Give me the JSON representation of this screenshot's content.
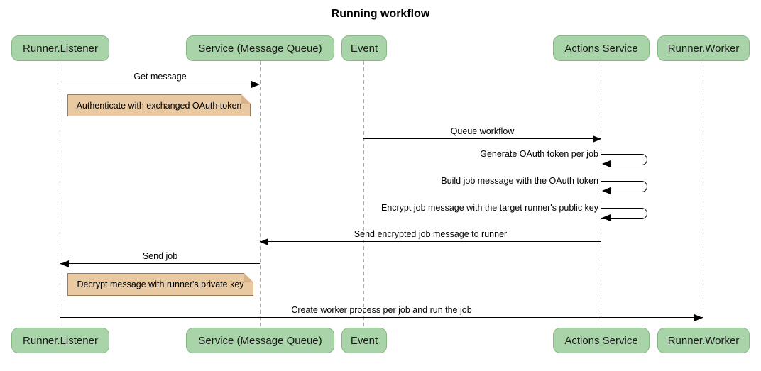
{
  "title": "Running workflow",
  "diagram_type": "sequence-diagram",
  "participants": [
    {
      "id": "runner-listener",
      "label": "Runner.Listener"
    },
    {
      "id": "service-message-queue",
      "label": "Service (Message Queue)"
    },
    {
      "id": "event",
      "label": "Event"
    },
    {
      "id": "actions-service",
      "label": "Actions Service"
    },
    {
      "id": "runner-worker",
      "label": "Runner.Worker"
    }
  ],
  "messages": [
    {
      "type": "arrow",
      "from": "Runner.Listener",
      "to": "Service (Message Queue)",
      "label": "Get message"
    },
    {
      "type": "note",
      "over": "Runner.Listener",
      "label": "Authenticate with exchanged OAuth token"
    },
    {
      "type": "arrow",
      "from": "Event",
      "to": "Actions Service",
      "label": "Queue workflow"
    },
    {
      "type": "self",
      "from": "Actions Service",
      "to": "Actions Service",
      "label": "Generate OAuth token per job"
    },
    {
      "type": "self",
      "from": "Actions Service",
      "to": "Actions Service",
      "label": "Build job message with the OAuth token"
    },
    {
      "type": "self",
      "from": "Actions Service",
      "to": "Actions Service",
      "label": "Encrypt job message with the target runner's public key"
    },
    {
      "type": "arrow",
      "from": "Actions Service",
      "to": "Service (Message Queue)",
      "label": "Send encrypted job message to runner"
    },
    {
      "type": "arrow",
      "from": "Service (Message Queue)",
      "to": "Runner.Listener",
      "label": "Send job"
    },
    {
      "type": "note",
      "over": "Runner.Listener",
      "label": "Decrypt message with runner's private key"
    },
    {
      "type": "arrow",
      "from": "Runner.Listener",
      "to": "Runner.Worker",
      "label": "Create worker process per job and run the job"
    }
  ],
  "colors": {
    "background": "#FFFFFF",
    "participant_fill": "#A9D3A9",
    "participant_border": "#86B886",
    "lifeline": "#AAAAAA",
    "arrow": "#000000",
    "note_fill": "#E8C9A2",
    "note_border": "#9C7C52",
    "note_fold": "#D8B488"
  }
}
